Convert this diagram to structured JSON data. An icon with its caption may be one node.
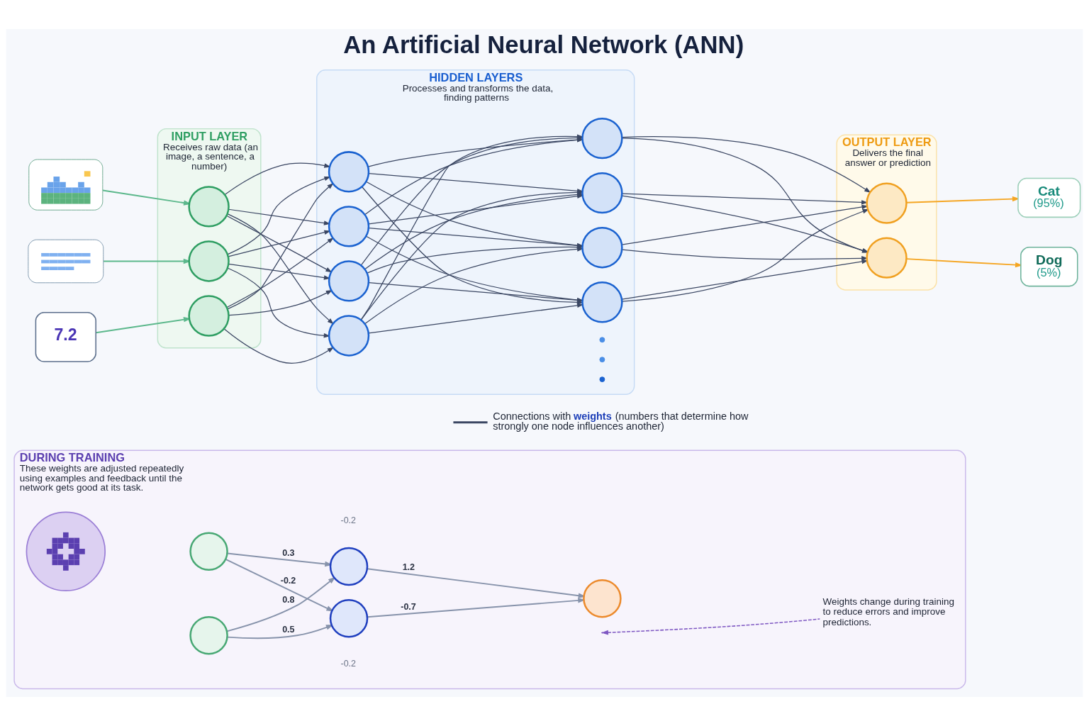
{
  "diagram": {
    "title": "An Artificial Neural Network (ANN)",
    "nodes": [
      {
        "text": [],
        "shape": "picture"
      },
      {
        "text": [],
        "shape": "picture"
      },
      {
        "text": [
          "7.2"
        ]
      },
      {
        "text": [
          "INPUT LAYER",
          "Receives raw data (an image, a sentence, a number)"
        ]
      },
      {
        "text": [],
        "shape": "circle",
        "in": 3
      },
      {
        "text": [],
        "shape": "circle",
        "in": 3
      },
      {
        "text": [],
        "shape": "circle",
        "in": 3
      },
      {
        "text": [
          "HIDDEN LAYERS",
          "Processes and transforms the data, finding patterns"
        ]
      },
      {
        "text": [],
        "shape": "circle",
        "in": 7
      },
      {
        "text": [],
        "shape": "circle",
        "in": 7
      },
      {
        "text": [],
        "shape": "circle",
        "in": 7
      },
      {
        "text": [],
        "shape": "circle",
        "in": 7
      },
      {
        "text": [],
        "shape": "circle",
        "in": 7
      },
      {
        "text": [],
        "shape": "circle",
        "in": 7
      },
      {
        "text": [],
        "shape": "circle",
        "in": 7
      },
      {
        "text": [],
        "shape": "circle",
        "in": 7
      },
      {
        "text": [],
        "shape": "dot",
        "in": 7
      },
      {
        "text": [],
        "shape": "dot",
        "in": 7
      },
      {
        "text": [],
        "shape": "dot",
        "in": 7
      },
      {
        "text": [
          "OUTPUT LAYER",
          "Delivers the final answer or prediction"
        ]
      },
      {
        "text": [],
        "shape": "circle",
        "in": 19
      },
      {
        "text": [],
        "shape": "circle",
        "in": 19
      },
      {
        "text": [
          "Cat",
          "(95%)"
        ]
      },
      {
        "text": [
          "Dog",
          "(5%)"
        ]
      },
      {
        "text": [
          "DURING TRAINING",
          "These weights are adjusted repeatedly using examples and feedback until the network gets good at its task."
        ]
      },
      {
        "text": [],
        "shape": "picture",
        "in": 24
      },
      {
        "text": [],
        "shape": "circle",
        "in": 24
      },
      {
        "text": [],
        "shape": "circle",
        "in": 24
      },
      {
        "text": [],
        "shape": "circle",
        "in": 24
      },
      {
        "text": [],
        "shape": "circle",
        "in": 24
      },
      {
        "text": [],
        "shape": "circle",
        "in": 24
      },
      {
        "text": [
          "Weights change during training to reduce errors and improve predictions."
        ],
        "in": 24
      }
    ],
    "edges": [
      {
        "from": 0,
        "to": 4,
        "arrow": "to",
        "color": "#5cb88c"
      },
      {
        "from": 1,
        "to": 5,
        "arrow": "to",
        "color": "#5cb88c"
      },
      {
        "from": 2,
        "to": 6,
        "arrow": "to",
        "color": "#5cb88c"
      },
      {
        "from": 4,
        "to": 8,
        "arrow": "to"
      },
      {
        "from": 4,
        "to": 9,
        "arrow": "to"
      },
      {
        "from": 4,
        "to": 10,
        "arrow": "to"
      },
      {
        "from": 4,
        "to": 11,
        "arrow": "to"
      },
      {
        "from": 5,
        "to": 8,
        "arrow": "to"
      },
      {
        "from": 5,
        "to": 9,
        "arrow": "to"
      },
      {
        "from": 5,
        "to": 10,
        "arrow": "to"
      },
      {
        "from": 5,
        "to": 11,
        "arrow": "to"
      },
      {
        "from": 6,
        "to": 8,
        "arrow": "to"
      },
      {
        "from": 6,
        "to": 9,
        "arrow": "to"
      },
      {
        "from": 6,
        "to": 10,
        "arrow": "to"
      },
      {
        "from": 6,
        "to": 11,
        "arrow": "to"
      },
      {
        "from": 8,
        "to": 12,
        "arrow": "to"
      },
      {
        "from": 8,
        "to": 13,
        "arrow": "to"
      },
      {
        "from": 8,
        "to": 14,
        "arrow": "to"
      },
      {
        "from": 8,
        "to": 15,
        "arrow": "to"
      },
      {
        "from": 9,
        "to": 12,
        "arrow": "to"
      },
      {
        "from": 9,
        "to": 13,
        "arrow": "to"
      },
      {
        "from": 9,
        "to": 14,
        "arrow": "to"
      },
      {
        "from": 9,
        "to": 15,
        "arrow": "to"
      },
      {
        "from": 10,
        "to": 12,
        "arrow": "to"
      },
      {
        "from": 10,
        "to": 13,
        "arrow": "to"
      },
      {
        "from": 10,
        "to": 14,
        "arrow": "to"
      },
      {
        "from": 10,
        "to": 15,
        "arrow": "to"
      },
      {
        "from": 11,
        "to": 12,
        "arrow": "to"
      },
      {
        "from": 11,
        "to": 13,
        "arrow": "to"
      },
      {
        "from": 11,
        "to": 14,
        "arrow": "to"
      },
      {
        "from": 11,
        "to": 15,
        "arrow": "to"
      },
      {
        "from": 12,
        "to": 20,
        "arrow": "to"
      },
      {
        "from": 12,
        "to": 21,
        "arrow": "to"
      },
      {
        "from": 13,
        "to": 20,
        "arrow": "to"
      },
      {
        "from": 13,
        "to": 21,
        "arrow": "to"
      },
      {
        "from": 14,
        "to": 20,
        "arrow": "to"
      },
      {
        "from": 14,
        "to": 21,
        "arrow": "to"
      },
      {
        "from": 15,
        "to": 20,
        "arrow": "to"
      },
      {
        "from": 15,
        "to": 21,
        "arrow": "to"
      },
      {
        "from": 20,
        "to": 22,
        "arrow": "to",
        "color": "#f5a623"
      },
      {
        "from": 21,
        "to": 23,
        "arrow": "to",
        "color": "#f5a623"
      },
      {
        "from": 26,
        "to": 28,
        "arrow": "to",
        "label": "0.3",
        "color": "#8793ab"
      },
      {
        "from": 26,
        "to": 29,
        "arrow": "to",
        "label": "-0.2",
        "color": "#8793ab"
      },
      {
        "from": 27,
        "to": 28,
        "arrow": "to",
        "label": "0.8",
        "color": "#8793ab"
      },
      {
        "from": 27,
        "to": 29,
        "arrow": "to",
        "label": "0.5",
        "color": "#8793ab"
      },
      {
        "from": 28,
        "to": 30,
        "arrow": "to",
        "label": "1.2",
        "color": "#8793ab"
      },
      {
        "from": 29,
        "to": 30,
        "arrow": "to",
        "label": "-0.7",
        "color": "#8793ab"
      },
      {
        "from": 31,
        "to": null,
        "arrow": "to",
        "style": "dashed",
        "color": "#7e57c2"
      }
    ],
    "labels": [
      "-0.2",
      "-0.2"
    ],
    "legend": [
      {
        "text": "Connections with **weights** (numbers that determine how strongly one node influences another)"
      }
    ]
  }
}
